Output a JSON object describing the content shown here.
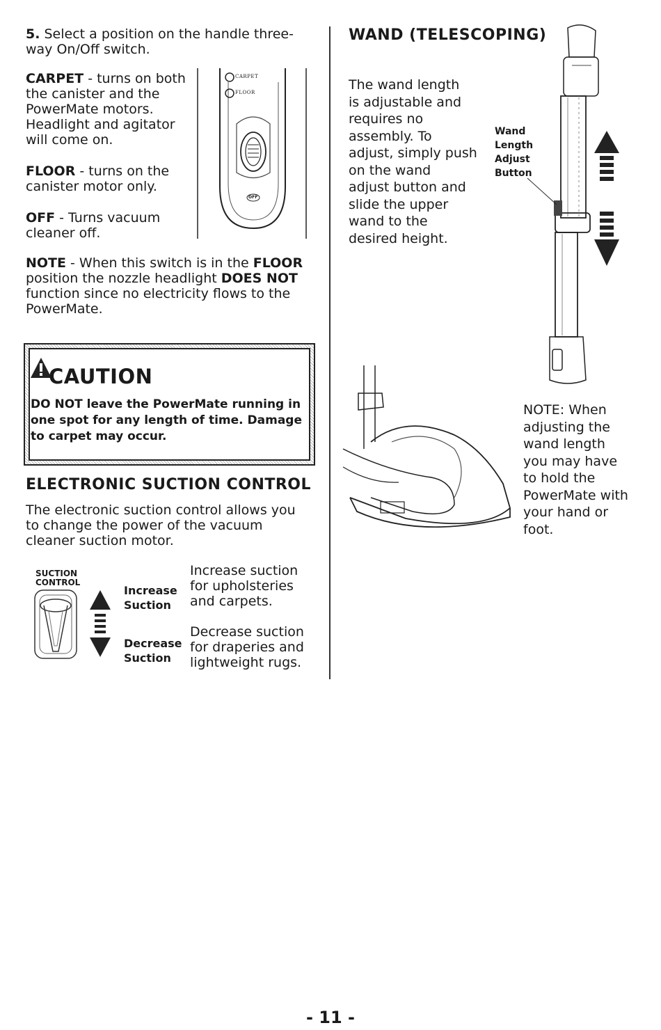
{
  "left": {
    "step5": {
      "num": "5.",
      "text": "Select a position on the handle three-way On/Off switch."
    },
    "carpet": {
      "label": "CARPET",
      "text": " - turns on both the canister and the PowerMate motors. Headlight and agitator will come on."
    },
    "floor": {
      "label": "FLOOR",
      "text": " - turns on the canister motor only."
    },
    "off": {
      "label": "OFF",
      "text": " - Turns vacuum cleaner off."
    },
    "switch_labels": {
      "carpet": "CARPET",
      "floor": "FLOOR",
      "off": "OFF"
    },
    "note": {
      "label": "NOTE",
      "p1": " - When this switch is in the ",
      "floor": "FLOOR",
      "p2": " position the nozzle headlight ",
      "does_not": "DOES NOT",
      "p3": " function since no electricity flows to the PowerMate."
    }
  },
  "caution": {
    "title": "CAUTION",
    "do_not": "DO NOT",
    "text": " leave the PowerMate running in one spot for any length of time. Damage to carpet may occur."
  },
  "suction": {
    "heading": "ELECTRONIC SUCTION CONTROL",
    "intro": "The electronic suction control allows you to change the power of the vacuum cleaner suction motor.",
    "control_label_1": "SUCTION",
    "control_label_2": "CONTROL",
    "increase_label_1": "Increase",
    "increase_label_2": "Suction",
    "decrease_label_1": "Decrease",
    "decrease_label_2": "Suction",
    "increase_desc_1": "Increase suction",
    "increase_desc_2": "for upholsteries",
    "increase_desc_3": "and carpets.",
    "decrease_desc_1": "Decrease suction",
    "decrease_desc_2": "for draperies and",
    "decrease_desc_3": "lightweight rugs."
  },
  "wand": {
    "heading": "WAND (TELESCOPING)",
    "lines": [
      "The wand length",
      "is adjustable and",
      "requires no",
      "assembly. To",
      "adjust, simply push",
      "on the wand",
      "adjust button and",
      "slide the upper",
      "wand to the",
      "desired height."
    ],
    "button_label": [
      "Wand",
      "Length",
      "Adjust",
      "Button"
    ],
    "note_lines": [
      "NOTE: When",
      "adjusting the",
      "wand length",
      "you may have",
      "to hold the",
      "PowerMate with",
      "your hand or",
      "foot."
    ]
  },
  "page_number": "- 11 -"
}
